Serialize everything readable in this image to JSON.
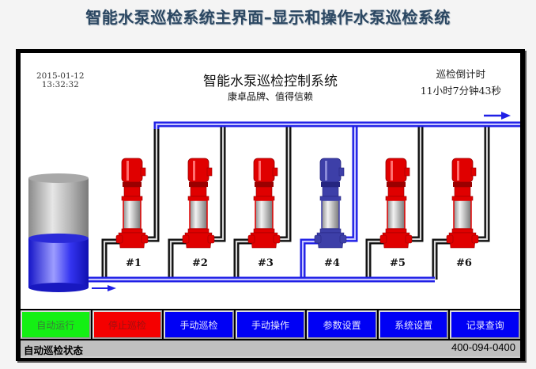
{
  "page": {
    "title": "智能水泵巡检系统主界面–显示和操作水泵巡检系统"
  },
  "hmi": {
    "date": "2015-01-12",
    "time": "13:32:32",
    "title": "智能水泵巡检控制系统",
    "subtitle": "康卓品牌、值得信赖",
    "countdown_label": "巡检倒计时",
    "countdown_value": "11小时7分钟43秒"
  },
  "pumps": [
    {
      "label": "#1",
      "state": "idle",
      "color": "#e00000"
    },
    {
      "label": "#2",
      "state": "idle",
      "color": "#e00000"
    },
    {
      "label": "#3",
      "state": "idle",
      "color": "#e00000"
    },
    {
      "label": "#4",
      "state": "inspecting",
      "color": "#3d3fa8"
    },
    {
      "label": "#5",
      "state": "idle",
      "color": "#e00000"
    },
    {
      "label": "#6",
      "state": "idle",
      "color": "#e00000"
    }
  ],
  "tank": {
    "fill_fraction": 0.45,
    "water_color": "#2a2ae8"
  },
  "colors": {
    "active_pipe": "#1f1fe6",
    "idle_pipe": "#111111",
    "btn_green": "#14f014",
    "btn_red": "#f50000",
    "btn_blue": "#0000f5"
  },
  "buttons": [
    {
      "label": "自动运行",
      "color": "#14f014",
      "text_color": "#3a7a3a"
    },
    {
      "label": "停止巡检",
      "color": "#f50000",
      "text_color": "#a01010"
    },
    {
      "label": "手动巡检",
      "color": "#0000f5",
      "text_color": "#e8e8ff"
    },
    {
      "label": "手动操作",
      "color": "#0000f5",
      "text_color": "#e8e8ff"
    },
    {
      "label": "参数设置",
      "color": "#0000f5",
      "text_color": "#e8e8ff"
    },
    {
      "label": "系统设置",
      "color": "#0000f5",
      "text_color": "#e8e8ff"
    },
    {
      "label": "记录查询",
      "color": "#0000f5",
      "text_color": "#e8e8ff"
    }
  ],
  "status": {
    "mode": "自动巡检状态",
    "phone": "400-094-0400"
  }
}
